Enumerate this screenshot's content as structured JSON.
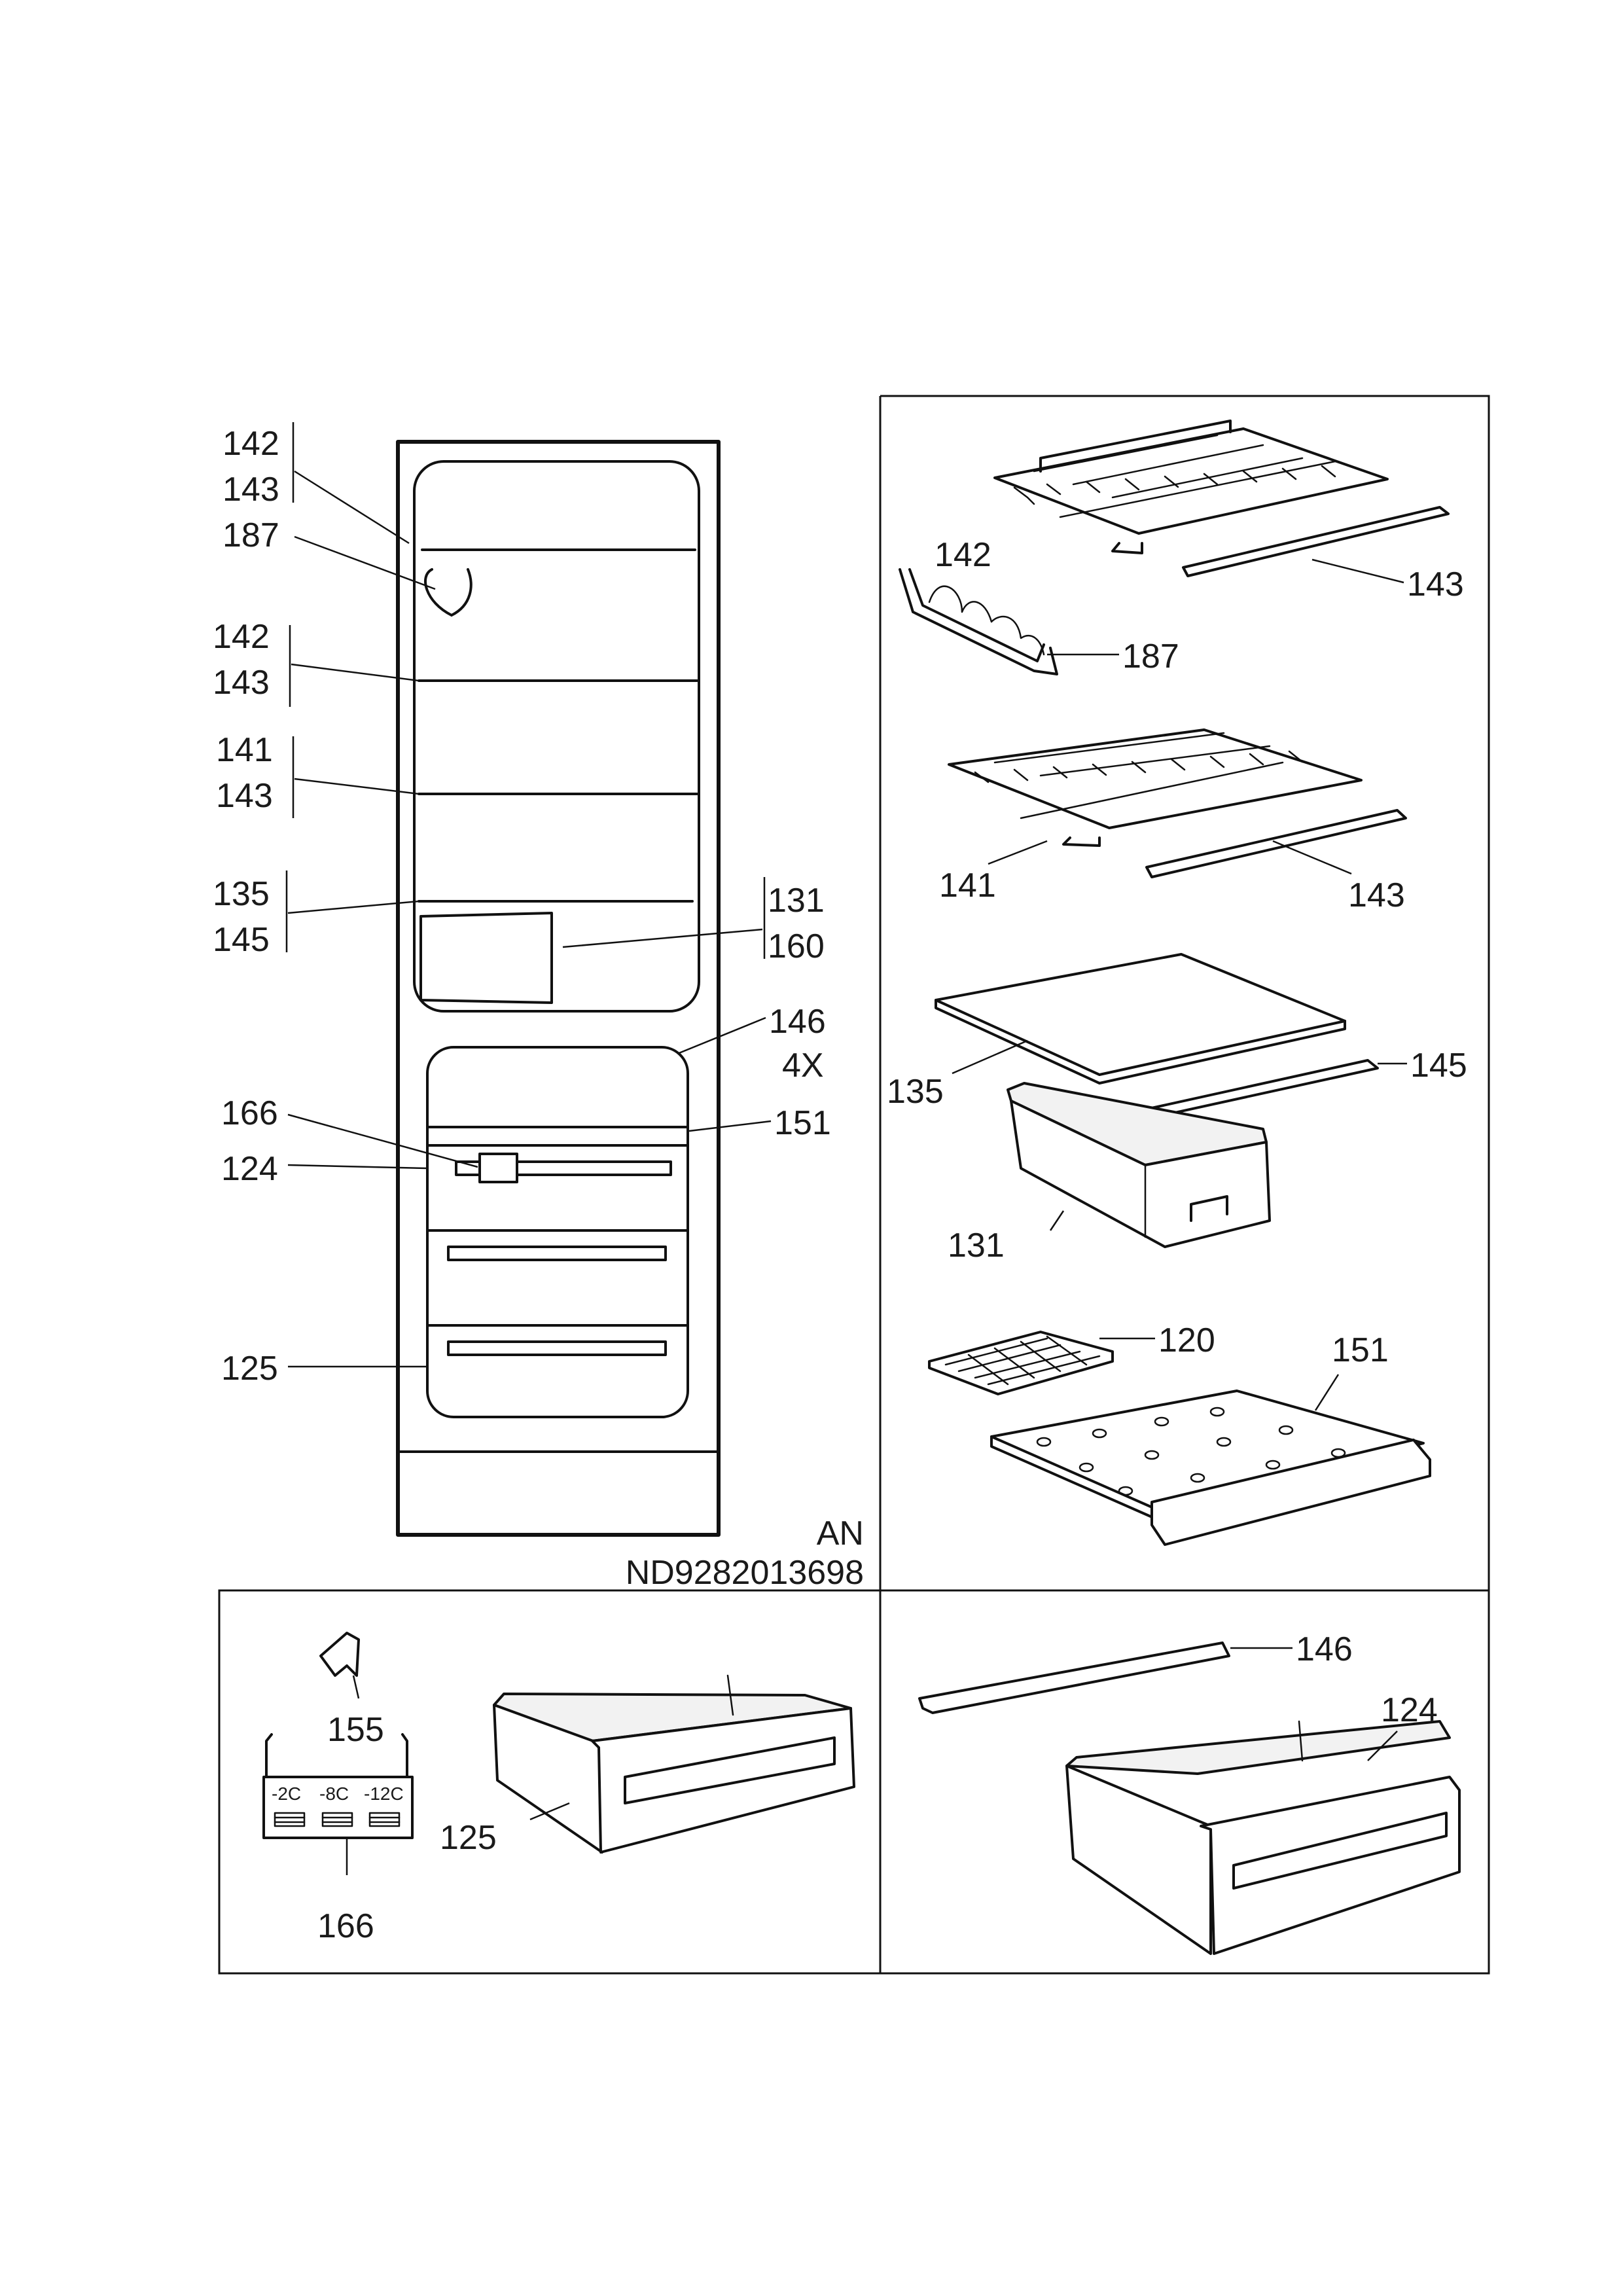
{
  "cabinet_labels": {
    "l142a": "142",
    "l143a": "143",
    "l187": "187",
    "l142b": "142",
    "l143b": "143",
    "l141": "141",
    "l143c": "143",
    "l135": "135",
    "l145": "145",
    "l131": "131",
    "l160": "160",
    "l146": "146",
    "l4x": "4X",
    "l166": "166",
    "l151": "151",
    "l124": "124",
    "l125": "125"
  },
  "parts_labels": {
    "p142": "142",
    "p143a": "143",
    "p187": "187",
    "p141": "141",
    "p143b": "143",
    "p135": "135",
    "p145": "145",
    "p131": "131",
    "p120": "120",
    "p151": "151"
  },
  "bottom_left_labels": {
    "p155": "155",
    "p125": "125",
    "p166": "166",
    "temp1": "-2C",
    "temp2": "-8C",
    "temp3": "-12C"
  },
  "bottom_right_labels": {
    "p146": "146",
    "p124": "124"
  },
  "drawing_codes": {
    "variant": "AN",
    "number": "ND9282013698"
  }
}
